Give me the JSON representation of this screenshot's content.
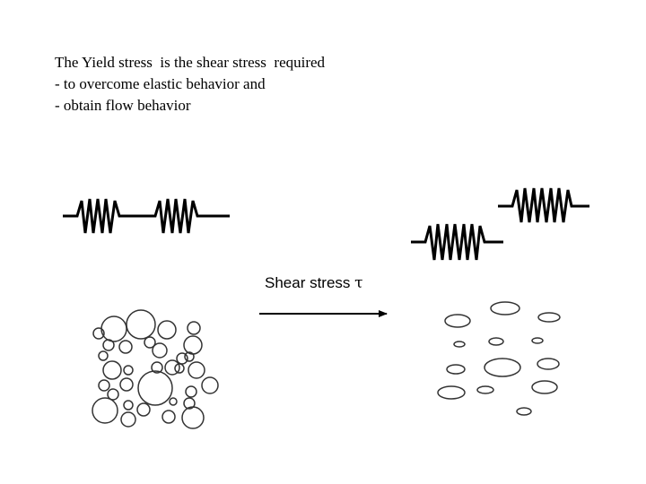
{
  "description": {
    "line1": "The Yield stress  is the shear stress  required",
    "line2": "- to overcome elastic behavior and",
    "line3": "- obtain flow behavior"
  },
  "shear": {
    "label": "Shear stress ",
    "symbol": "τ"
  },
  "colors": {
    "ink": "#000000",
    "background": "#ffffff"
  }
}
